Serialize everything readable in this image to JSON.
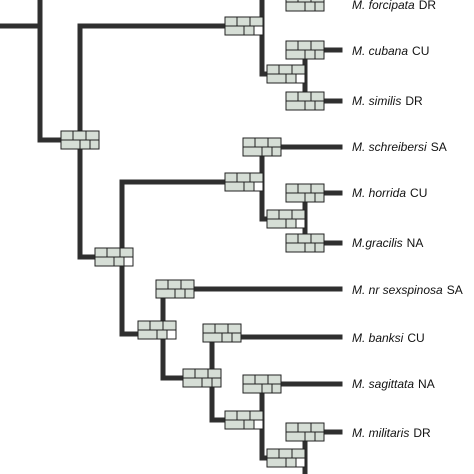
{
  "taxa": [
    {
      "id": "forcipata",
      "name": "M. forcipata",
      "region": "DR"
    },
    {
      "id": "cubana",
      "name": "M. cubana",
      "region": "CU"
    },
    {
      "id": "similis",
      "name": "M. similis",
      "region": "DR"
    },
    {
      "id": "schreibersi",
      "name": "M. schreibersi",
      "region": "SA"
    },
    {
      "id": "horrida",
      "name": "M. horrida",
      "region": "CU"
    },
    {
      "id": "gracilis",
      "name": "M.gracilis",
      "region": "NA"
    },
    {
      "id": "sexspinosa",
      "name": "M. nr sexspinosa",
      "region": "SA"
    },
    {
      "id": "banksi",
      "name": "M. banksi",
      "region": "CU"
    },
    {
      "id": "sagittata",
      "name": "M. sagittata",
      "region": "NA"
    },
    {
      "id": "militaris",
      "name": "M. militaris",
      "region": "DR"
    }
  ],
  "colors": {
    "branch": "#2f2f2f",
    "box_fill": "#d6ded6",
    "box_outline": "#222222"
  }
}
